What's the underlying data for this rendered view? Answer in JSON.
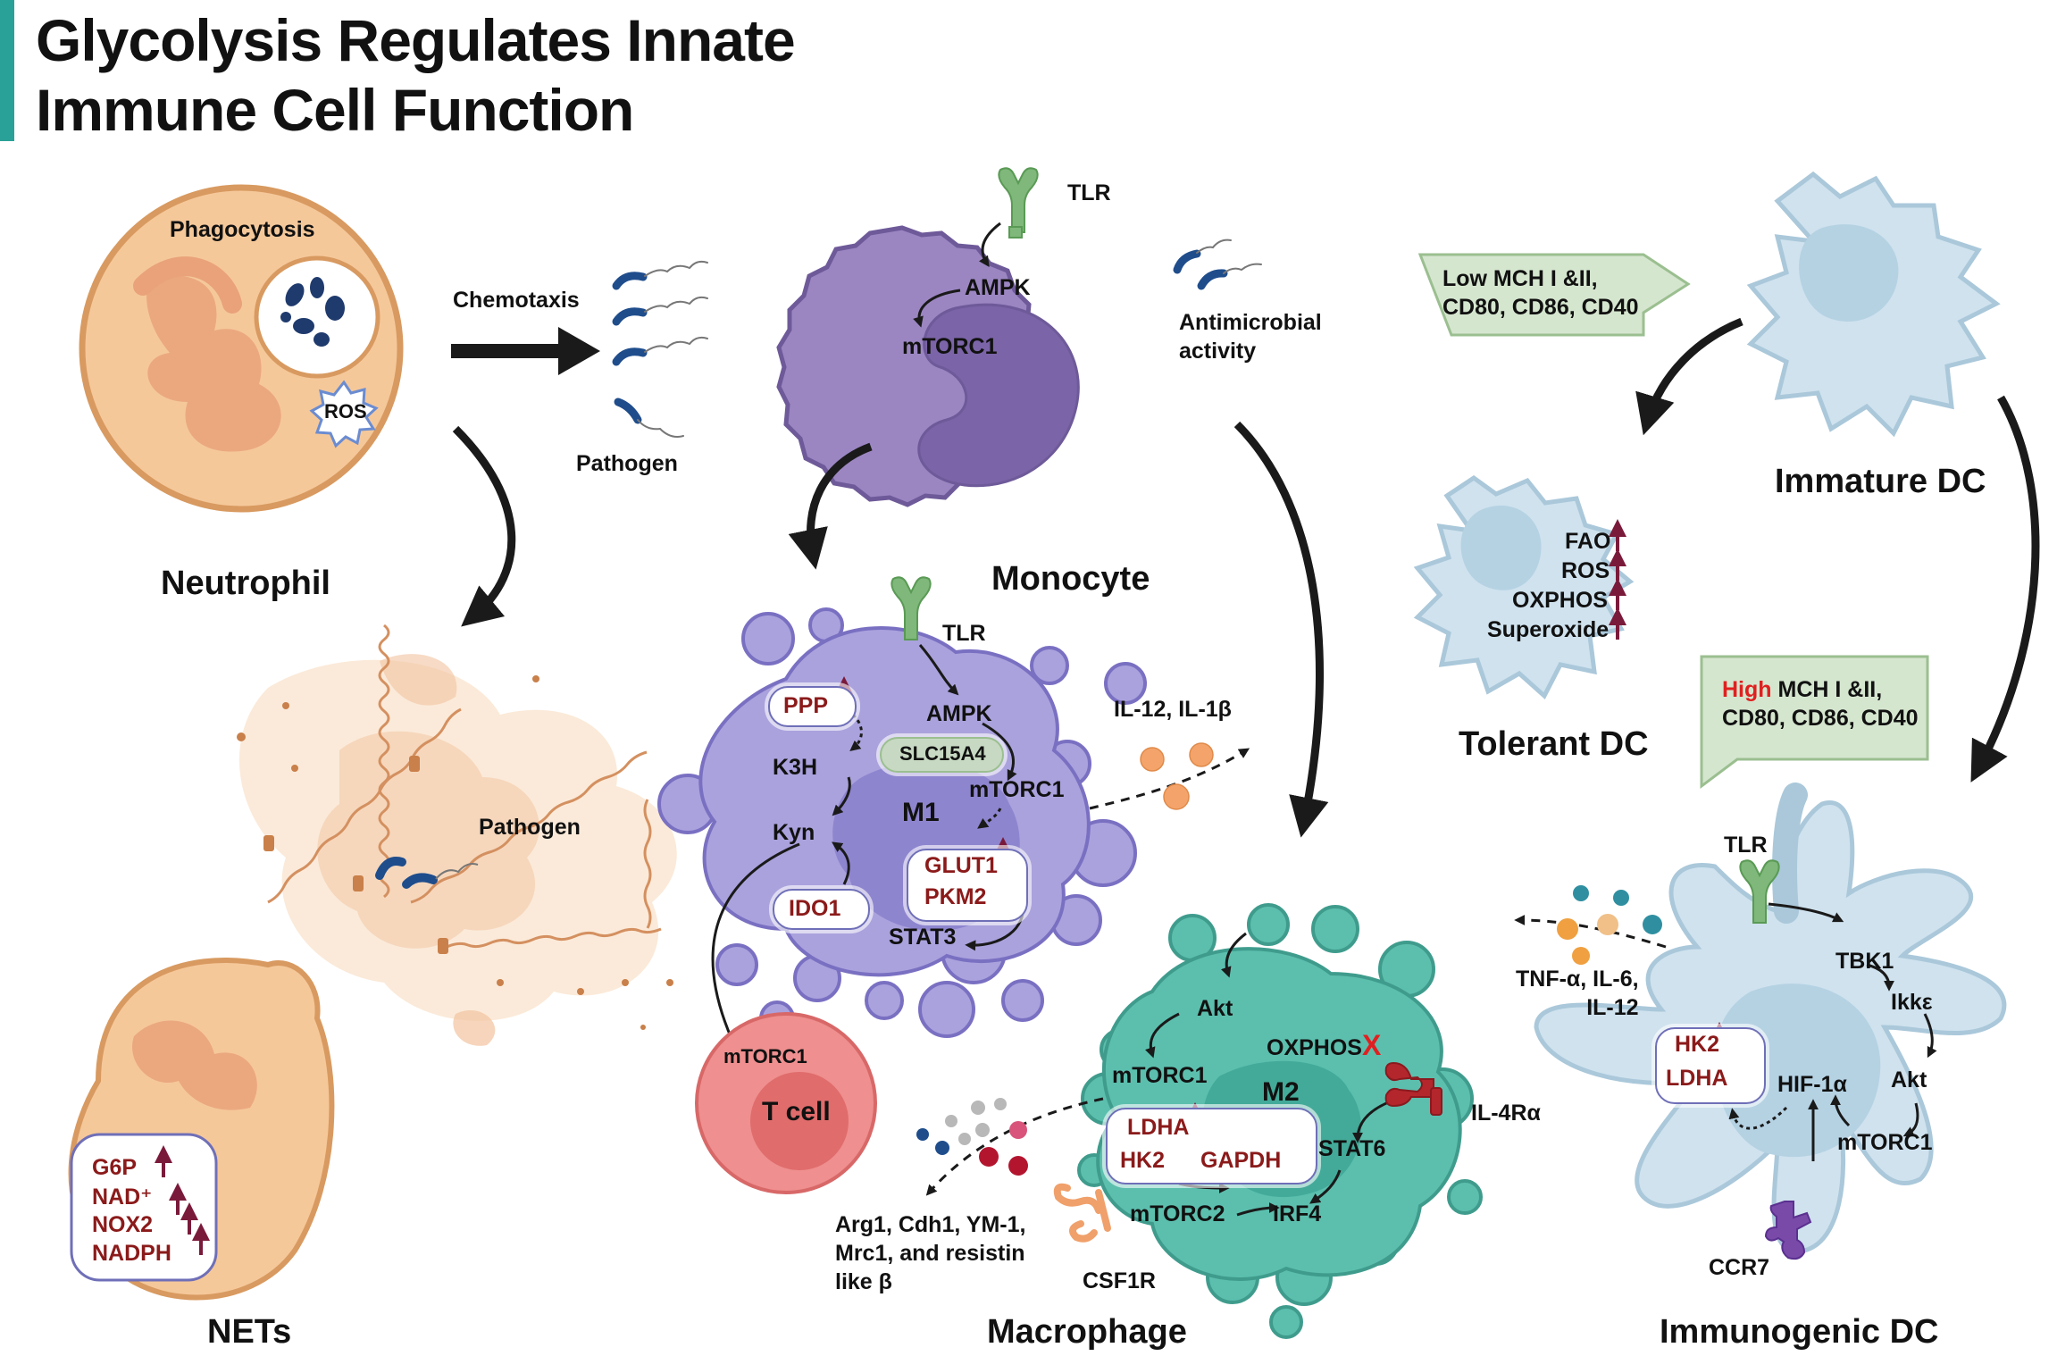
{
  "title_lines": [
    "Glycolysis Regulates Innate",
    "Immune Cell Function"
  ],
  "colors": {
    "accent": "#2aa198",
    "neutrophil": "#f5c89a",
    "monocyte": "#9b86c2",
    "m1": "#aaa2dd",
    "m2": "#5cbfae",
    "tcell": "#ef8f8f",
    "dc": "#cfe2ee",
    "callout": "#d5e6cf",
    "upregulated_arrow": "#7a1a3a",
    "red_text": "#8b1a1a",
    "bright_red": "#e02020"
  },
  "cells": {
    "neutrophil": "Neutrophil",
    "nets": "NETs",
    "monocyte": "Monocyte",
    "macrophage": "Macrophage",
    "tcell": "T cell",
    "immature_dc": "Immature DC",
    "tolerant_dc": "Tolerant DC",
    "immunogenic_dc": "Immunogenic DC"
  },
  "neutrophil": {
    "phagocytosis": "Phagocytosis",
    "ros": "ROS",
    "chemotaxis": "Chemotaxis",
    "pathogen": "Pathogen",
    "nets_pathogen": "Pathogen",
    "upregulated": [
      "G6P",
      "NAD⁺",
      "NOX2",
      "NADPH"
    ]
  },
  "monocyte": {
    "tlr": "TLR",
    "ampk": "AMPK",
    "mtorc1": "mTORC1",
    "antimicrobial": [
      "Antimicrobial",
      "activity"
    ]
  },
  "m1": {
    "label": "M1",
    "tlr": "TLR",
    "ampk": "AMPK",
    "ppp": "PPP",
    "slc": "SLC15A4",
    "k3h": "K3H",
    "kyn": "Kyn",
    "mtorc1": "mTORC1",
    "glut1": "GLUT1",
    "pkm2": "PKM2",
    "ido1": "IDO1",
    "stat3": "STAT3",
    "cytokines": "IL-12, IL-1β",
    "tcell_mtorc1": "mTORC1"
  },
  "m2": {
    "label": "M2",
    "akt": "Akt",
    "mtorc1": "mTORC1",
    "oxphos": "OXPHOS",
    "x_mark": "X",
    "il4ra": "IL-4Rα",
    "ldha": "LDHA",
    "hk2": "HK2",
    "gapdh": "GAPDH",
    "stat6": "STAT6",
    "mtorc2": "mTORC2",
    "irf4": "IRF4",
    "csf1r": "CSF1R",
    "products": [
      "Arg1, Cdh1, YM-1,",
      "Mrc1, and resistin",
      "like β"
    ]
  },
  "dc": {
    "low_box": [
      "Low MCH I &II,",
      "CD80, CD86, CD40"
    ],
    "high_word": "High",
    "high_rest": " MCH I &II,",
    "high_line2": "CD80, CD86, CD40",
    "tolerant_up": [
      "FAO",
      "ROS",
      "OXPHOS",
      "Superoxide"
    ],
    "tlr": "TLR",
    "tbk1": "TBK1",
    "ikke": "Ikkε",
    "akt": "Akt",
    "mtorc1": "mTORC1",
    "hif": "HIF-1α",
    "hk2": "HK2",
    "ldha": "LDHA",
    "ccr7": "CCR7",
    "cytokines": [
      "TNF-α, IL-6,",
      "IL-12"
    ]
  }
}
